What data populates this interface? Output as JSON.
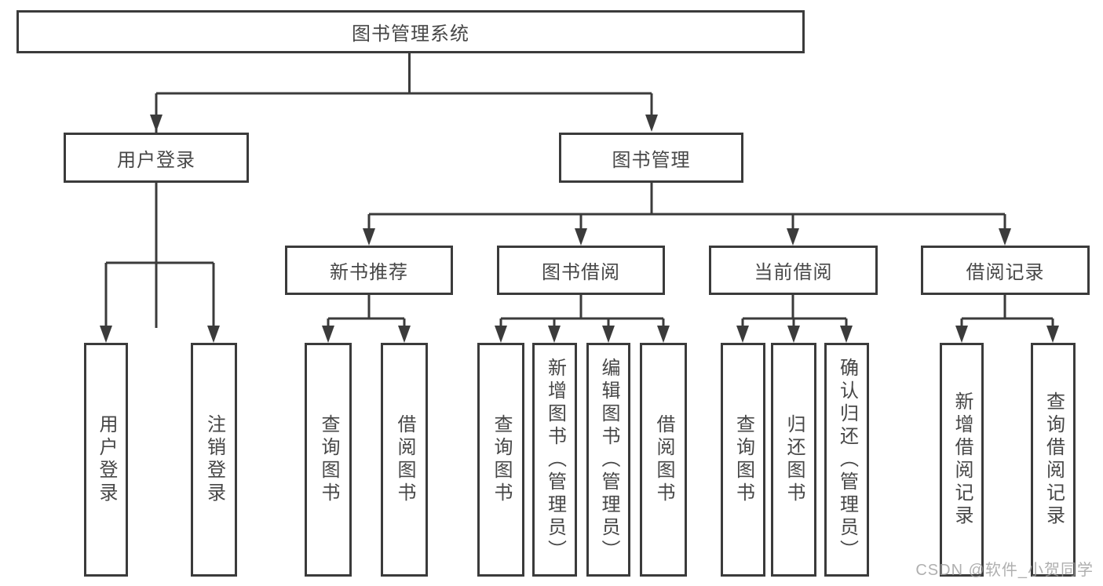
{
  "diagram": {
    "title": "图书管理系统",
    "level2": {
      "user_login": "用户登录",
      "book_mgmt": "图书管理"
    },
    "level3": {
      "new_book_rec": "新书推荐",
      "book_borrow": "图书借阅",
      "current_borrow": "当前借阅",
      "borrow_records": "借阅记录"
    },
    "leaves": {
      "user_login": "用户登录",
      "logout": "注销登录",
      "query_books_rec": "查询图书",
      "borrow_books_rec": "借阅图书",
      "query_books_borrow": "查询图书",
      "add_book_admin": "新增图书（管理员）",
      "edit_book_admin": "编辑图书（管理员）",
      "borrow_books_borrow": "借阅图书",
      "query_books_current": "查询图书",
      "return_book": "归还图书",
      "confirm_return_admin": "确认归还（管理员）",
      "add_borrow_record": "新增借阅记录",
      "query_borrow_record": "查询借阅记录"
    }
  },
  "watermark": "CSDN @软件_小贺同学",
  "colors": {
    "line": "#3b3b3b",
    "text": "#474747",
    "watermark": "#9c9c9c",
    "background": "#ffffff"
  }
}
